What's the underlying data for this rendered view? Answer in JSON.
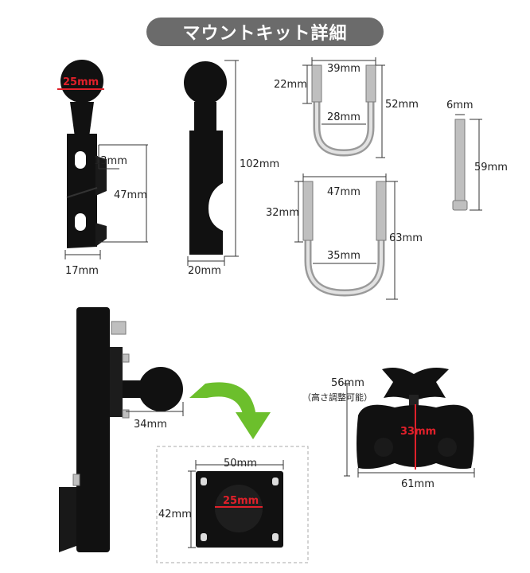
{
  "header": {
    "title": "マウントキット詳細"
  },
  "parts": {
    "ball_bracket": {
      "ball": "25mm",
      "hole_gap": "13mm",
      "hole_span": "47mm",
      "width": "17mm"
    },
    "ball_rod": {
      "height": "102mm",
      "width": "20mm"
    },
    "u_bolt_small": {
      "top_width": "39mm",
      "thread_length": "22mm",
      "inner_width": "28mm",
      "height": "52mm"
    },
    "u_bolt_large": {
      "top_width": "47mm",
      "thread_length": "32mm",
      "inner_width": "35mm",
      "height": "63mm"
    },
    "screw": {
      "diameter": "6mm",
      "length": "59mm"
    },
    "mounted_bracket": {
      "offset": "34mm"
    },
    "plate": {
      "width": "50mm",
      "height": "42mm",
      "ball": "25mm"
    },
    "arm": {
      "height": "56mm",
      "height_note": "（高さ調整可能）",
      "ball_socket": "33mm",
      "width": "61mm"
    }
  },
  "colors": {
    "pill": "#6b6b6b",
    "accent_red": "#e0202a",
    "arrow_green": "#6cbf2c"
  }
}
